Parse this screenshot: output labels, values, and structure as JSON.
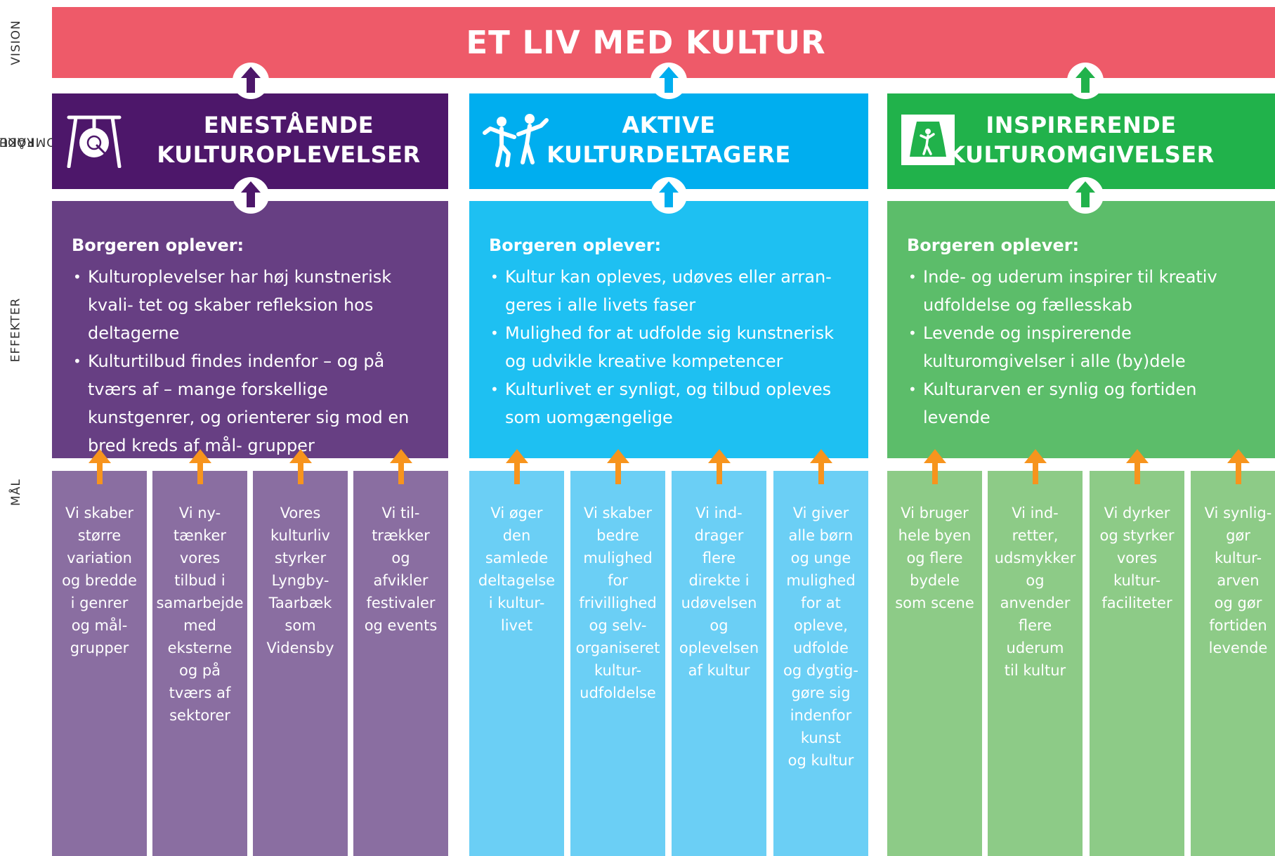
{
  "row_labels": {
    "vision": "VISION",
    "fokus_line1": "FOKUS-",
    "fokus_line2": "OMRÅDER",
    "effekter": "EFFEKTER",
    "mal": "MÅL"
  },
  "vision": {
    "title": "ET LIV MED KULTUR",
    "color": "#ee5a69"
  },
  "columns": [
    {
      "icon": "gong-icon",
      "focus_line1": "ENESTÅENDE",
      "focus_line2": "KULTUROPLEVELSER",
      "colors": {
        "focus": "#4d176a",
        "effects": "#673f83",
        "goals": "#8a6ea1"
      },
      "effects_heading": "Borgeren oplever:",
      "effects": [
        "Kulturoplevelser har høj kunstnerisk kvali-\ntet og skaber refleksion hos deltagerne",
        "Kulturtilbud findes indenfor – og på tværs\naf – mange forskellige kunstgenrer, og\norienterer sig mod en bred kreds af mål-\ngrupper"
      ],
      "goals": [
        "Vi skaber\nstørre\nvariation\nog bredde\ni genrer\nog mål-\ngrupper",
        "Vi ny-\ntænker\nvores\ntilbud i\nsamarbejde\nmed\neksterne\nog på\ntværs af\nsektorer",
        "Vores\nkulturliv\nstyrker\nLyngby-\nTaarbæk\nsom\nVidensby",
        "Vi til-\ntrækker\nog\nafvikler\nfestivaler\nog events"
      ]
    },
    {
      "icon": "dancers-icon",
      "focus_line1": "AKTIVE",
      "focus_line2": "KULTURDELTAGERE",
      "colors": {
        "focus": "#00aeef",
        "effects": "#1ec0f2",
        "goals": "#6bcff5"
      },
      "effects_heading": "Borgeren oplever:",
      "effects": [
        "Kultur kan opleves, udøves eller arran-\ngeres i alle livets faser",
        "Mulighed for at udfolde sig kunstnerisk\nog udvikle kreative kompetencer",
        "Kulturlivet er synligt, og tilbud opleves\nsom uomgængelige"
      ],
      "goals": [
        "Vi øger\nden\nsamlede\ndeltagelse\ni kultur-\nlivet",
        "Vi skaber\nbedre\nmulighed\nfor\nfrivillighed\nog selv-\norganiseret\nkultur-\nudfoldelse",
        "Vi ind-\ndrager\nflere\ndirekte i\nudøvelsen\nog\noplevelsen\naf kultur",
        "Vi giver\nalle børn\nog unge\nmulighed\nfor at\nopleve,\nudfolde\nog dygtig-\ngøre sig\nindenfor\nkunst\nog kultur"
      ]
    },
    {
      "icon": "stage-icon",
      "focus_line1": "INSPIRERENDE",
      "focus_line2": "KULTUROMGIVELSER",
      "colors": {
        "focus": "#21b24b",
        "effects": "#5cbd6a",
        "goals": "#8dcb87"
      },
      "effects_heading": "Borgeren oplever:",
      "effects": [
        "Inde- og uderum inspirer til kreativ\nudfoldelse og fællesskab",
        "Levende og inspirerende kulturomgivelser\ni alle (by)dele",
        "Kulturarven er synlig og fortiden levende"
      ],
      "goals": [
        "Vi bruger\nhele byen\nog flere\nbydele\nsom scene",
        "Vi ind-\nretter,\nudsmykker\nog\nanvender\nflere\nuderum\ntil kultur",
        "Vi dyrker\nog styrker\nvores\nkultur-\nfaciliteter",
        "Vi synlig-\ngør\nkultur-\narven\nog gør\nfortiden\nlevende"
      ]
    }
  ],
  "arrow_color": "#f7941d"
}
